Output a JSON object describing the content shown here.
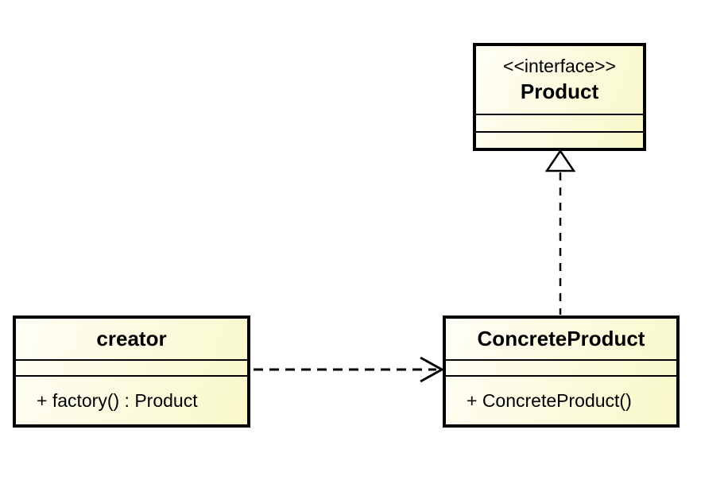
{
  "diagram": {
    "type": "uml-class-diagram"
  },
  "classes": {
    "product": {
      "stereotype": "<<interface>>",
      "name": "Product",
      "attributes": [],
      "methods": []
    },
    "creator": {
      "name": "creator",
      "attributes": [],
      "methods": [
        "+ factory() : Product"
      ]
    },
    "concreteProduct": {
      "name": "ConcreteProduct",
      "attributes": [],
      "methods": [
        "+ ConcreteProduct()"
      ]
    }
  },
  "relationships": [
    {
      "type": "realization",
      "from": "ConcreteProduct",
      "to": "Product",
      "line_style": "dashed",
      "arrowhead": "hollow-triangle"
    },
    {
      "type": "dependency",
      "from": "creator",
      "to": "ConcreteProduct",
      "line_style": "dashed",
      "arrowhead": "open"
    }
  ],
  "colors": {
    "background": "#ffffff",
    "border": "#000000",
    "fill_light": "#fffef6",
    "fill_dark": "#f8f8c9"
  }
}
